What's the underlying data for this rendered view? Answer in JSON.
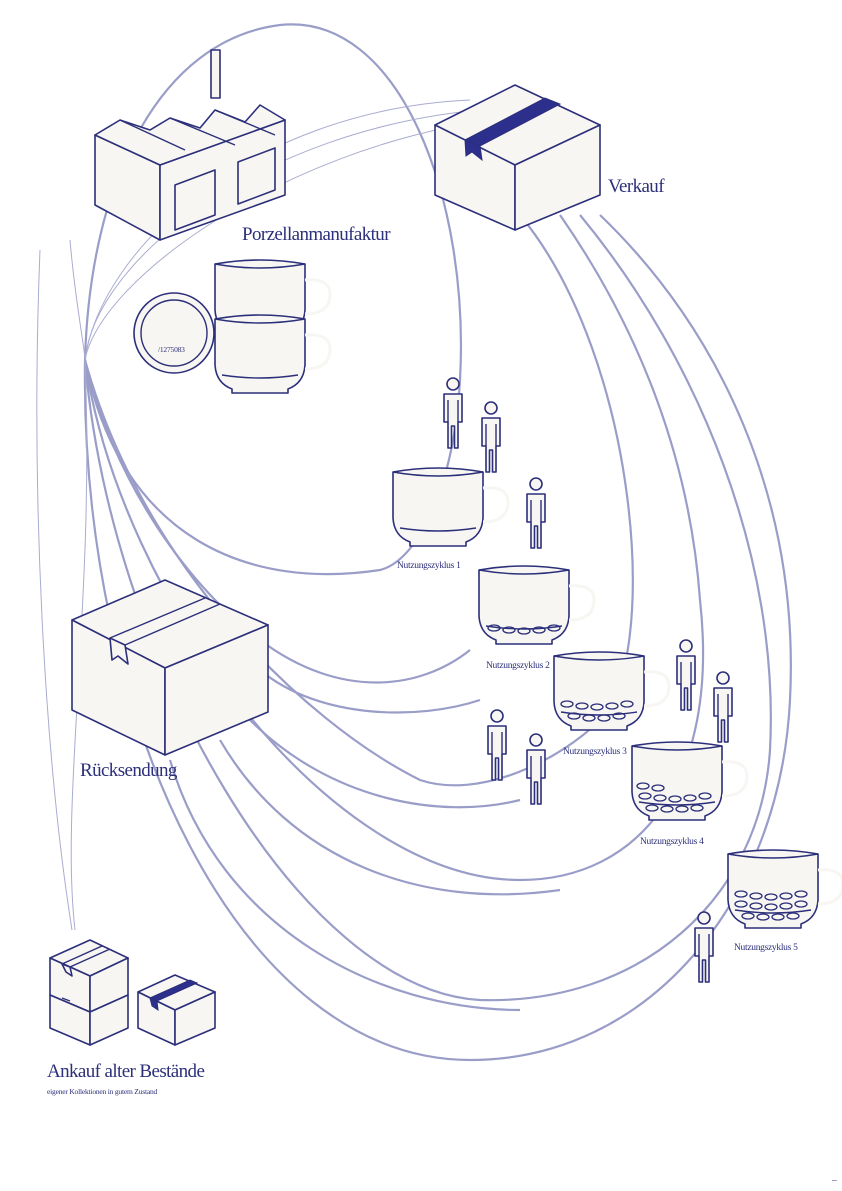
{
  "labels": {
    "factory": "Porzellanmanufaktur",
    "sale": "Verkauf",
    "return": "Rücksendung",
    "buyback_title": "Ankauf alter Bestände",
    "buyback_sub": "eigener Kollektionen in gutem Zustand",
    "stamp_number": "/1275083",
    "cycles": [
      "Nutzungszyklus 1",
      "Nutzungszyklus 2",
      "Nutzungszyklus 3",
      "Nutzungszyklus 4",
      "Nutzungszyklus 5"
    ],
    "corner_mark": "–"
  },
  "colors": {
    "ink": "#2c2f7a",
    "line": "#9a9dc8",
    "tape": "#2c2f8c",
    "fill": "#f7f6f2"
  },
  "icons": [
    "factory-icon",
    "box-icon",
    "cup-icon",
    "person-icon",
    "stamp-icon"
  ]
}
